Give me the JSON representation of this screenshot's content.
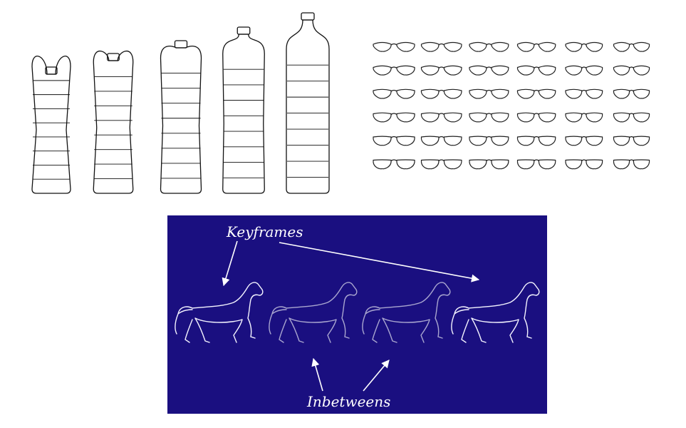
{
  "panels": {
    "bottles": {
      "count": 5
    },
    "glasses": {
      "rows": 6,
      "cols": 6
    },
    "horses": {
      "background": "#1a0f80",
      "keyframe_color": "#f4f4ff",
      "inbetween_color": "#a9a6cf",
      "label_keyframes": "Keyframes",
      "label_inbetweens": "Inbetweens",
      "frames": [
        "keyframe",
        "inbetween",
        "inbetween",
        "keyframe"
      ]
    }
  }
}
